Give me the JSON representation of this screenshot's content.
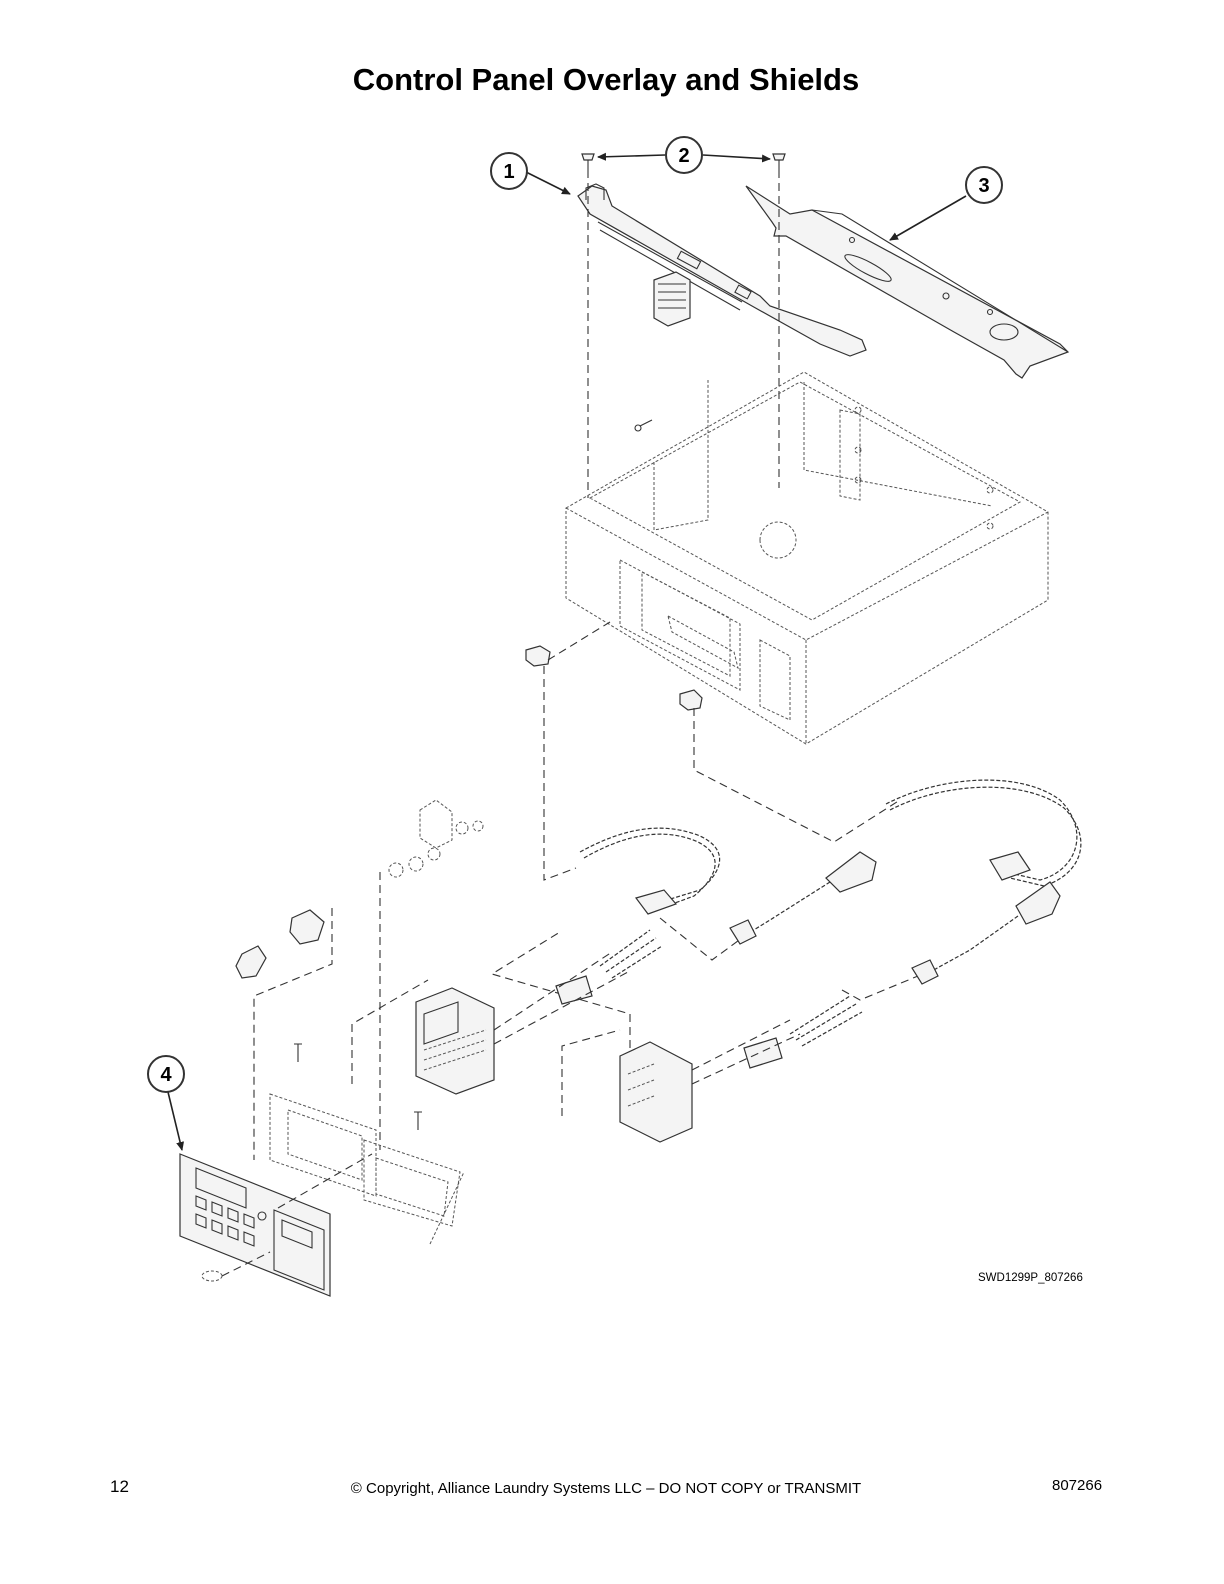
{
  "page": {
    "title": "Control Panel Overlay and Shields",
    "drawing_id": "SWD1299P_807266",
    "page_number": "12",
    "copyright": "© Copyright, Alliance Laundry Systems LLC – DO NOT COPY or TRANSMIT",
    "doc_number": "807266"
  },
  "callouts": [
    {
      "label": "1"
    },
    {
      "label": "2"
    },
    {
      "label": "3"
    },
    {
      "label": "4"
    }
  ]
}
